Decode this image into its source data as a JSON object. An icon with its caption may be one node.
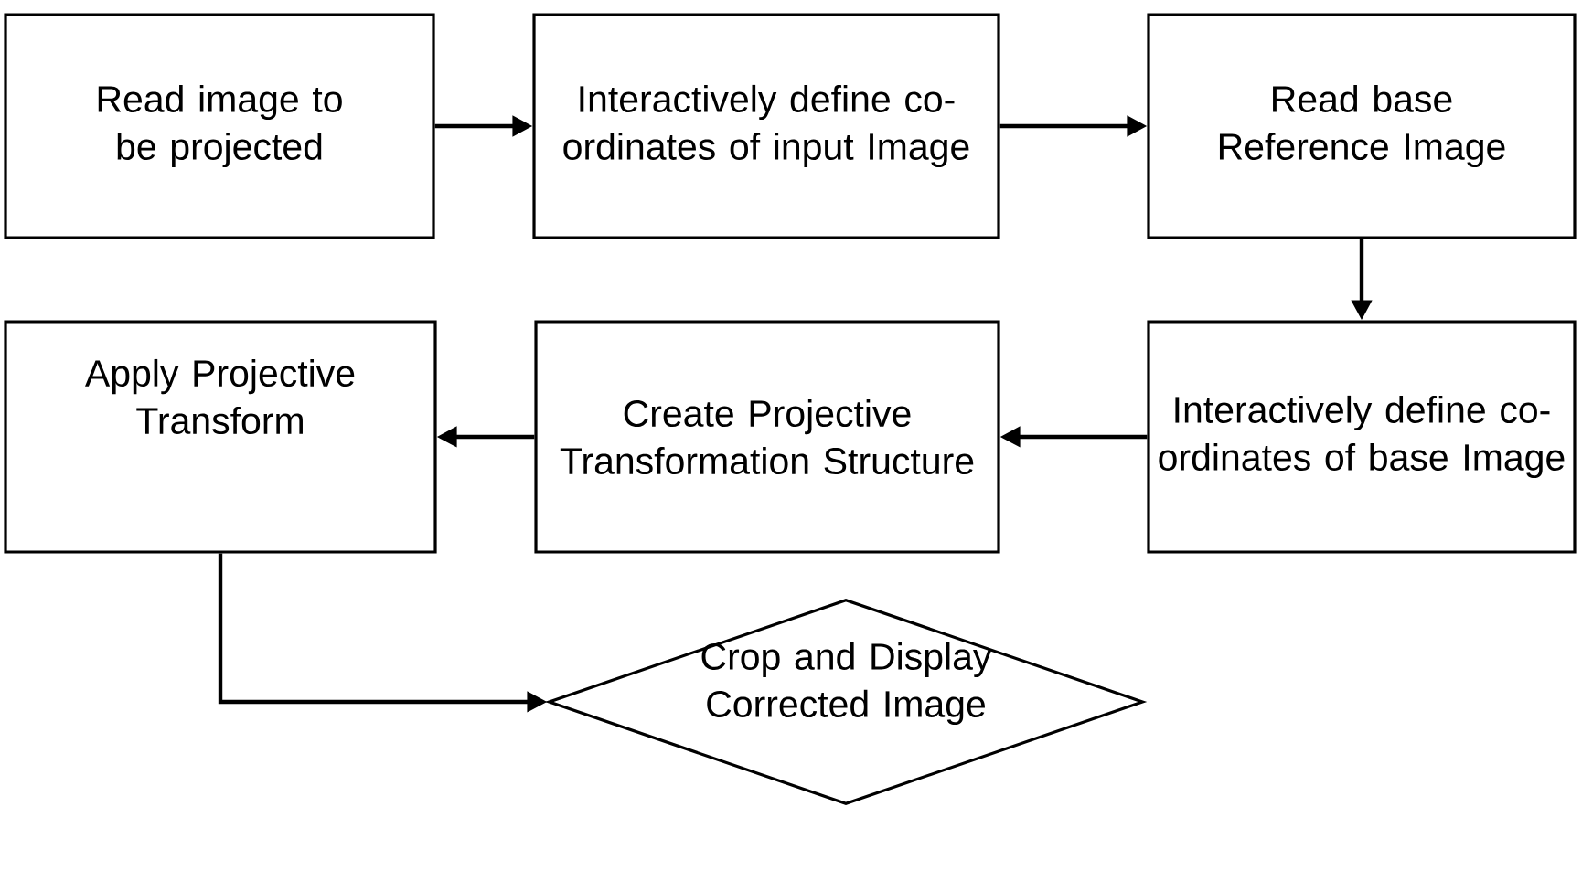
{
  "diagram": {
    "nodes": [
      {
        "text": [
          "Read image to be projected"
        ]
      },
      {
        "text": [
          "Interactively define co-ordinates of input Image"
        ]
      },
      {
        "text": [
          "Read base Reference Image"
        ]
      },
      {
        "text": [
          "Interactively define co-ordinates of base Image"
        ]
      },
      {
        "text": [
          "Create Projective Transformation Structure"
        ]
      },
      {
        "text": [
          "Apply Projective Transform"
        ]
      },
      {
        "text": [
          "Crop and Display Corrected Image"
        ]
      }
    ],
    "edges": [
      {
        "from": 0,
        "to": 1,
        "arrow": "to"
      },
      {
        "from": 1,
        "to": 2,
        "arrow": "to"
      },
      {
        "from": 2,
        "to": 3,
        "arrow": "to"
      },
      {
        "from": 3,
        "to": 4,
        "arrow": "to"
      },
      {
        "from": 4,
        "to": 5,
        "arrow": "to"
      },
      {
        "from": 5,
        "to": 6,
        "arrow": "to"
      }
    ]
  }
}
